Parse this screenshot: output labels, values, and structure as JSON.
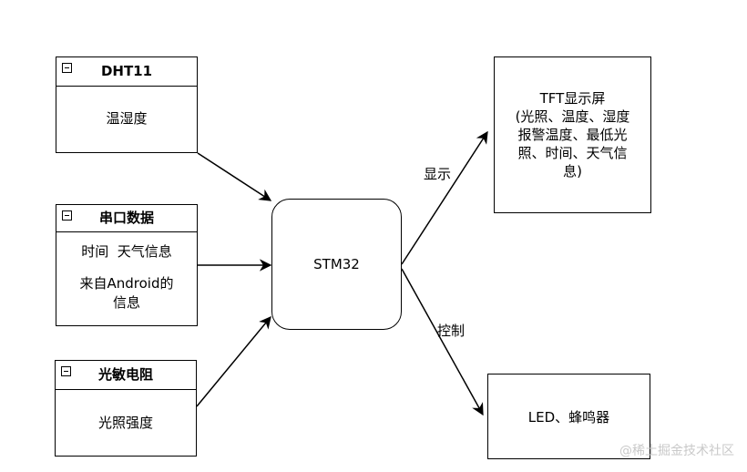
{
  "inputs": {
    "dht11": {
      "title": "DHT11",
      "body": "温湿度"
    },
    "serial": {
      "title": "串口数据",
      "line1": "时间  天气信息",
      "line2": "来自Android的",
      "line3": "信息"
    },
    "light": {
      "title": "光敏电阻",
      "body": "光照强度"
    }
  },
  "center": {
    "label": "STM32"
  },
  "outputs": {
    "tft": {
      "line1": "TFT显示屏",
      "line2": "(光照、温度、湿度",
      "line3": "报警温度、最低光",
      "line4": "照、时间、天气信",
      "line5": "息)"
    },
    "led": {
      "label": "LED、蜂鸣器"
    }
  },
  "edges": {
    "display": "显示",
    "control": "控制"
  },
  "watermark": "@稀土掘金技术社区"
}
